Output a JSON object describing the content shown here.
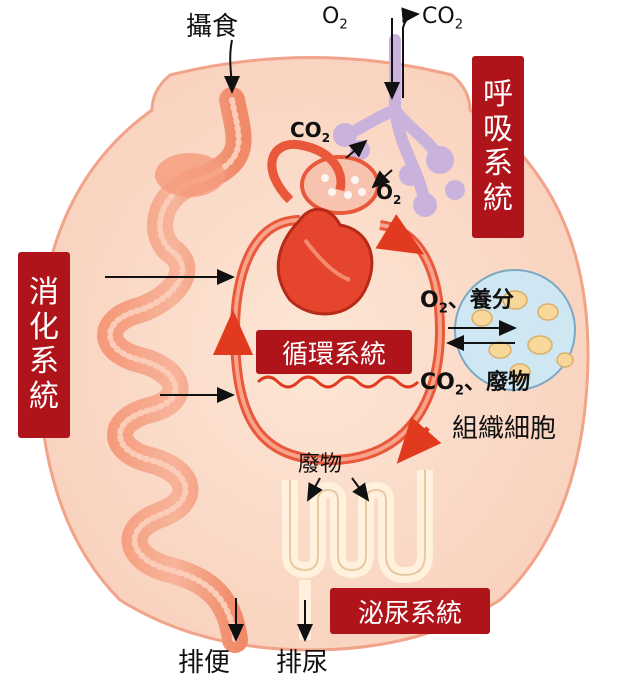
{
  "labels": {
    "ingestion": "攝食",
    "defecation": "排便",
    "urination": "排尿",
    "waste_kidney": "廢物",
    "tissue_cells": "組織細胞",
    "tissue_in": "養分",
    "tissue_out": "廢物",
    "tissue_in_prefix": "O",
    "tissue_out_prefix": "CO",
    "sep": "、",
    "sub2": "2",
    "lung_co2": "CO",
    "lung_o2": "O",
    "air_o2": "O",
    "air_co2": "CO"
  },
  "systems": {
    "respiratory": [
      "呼",
      "吸",
      "系",
      "統"
    ],
    "digestive": [
      "消",
      "化",
      "系",
      "統"
    ],
    "circulatory": "循環系統",
    "urinary": "泌尿系統"
  },
  "colors": {
    "body_fill": "#fbdcc8",
    "body_edge": "#f4b39c",
    "vessel": "#e9583a",
    "box": "#b0141b",
    "lung": "#c9b3dc",
    "cell": "#cfe7f2",
    "kidney": "#fff1de"
  }
}
